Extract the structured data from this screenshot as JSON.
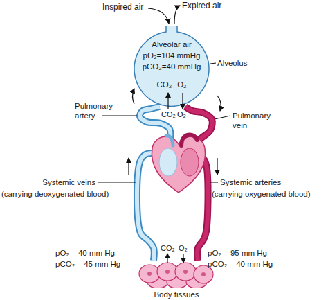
{
  "diagram": {
    "nodes": [
      {
        "text": [
          "Alveolar air",
          "pO₂=104 mmHg",
          "pCO₂=40 mmHg",
          "CO₂",
          "O₂"
        ]
      },
      {
        "text": [
          "Body tissues"
        ]
      }
    ],
    "edges": [
      {
        "from": 0,
        "to": 1,
        "arrow": "none"
      },
      {
        "from": 1,
        "to": 0,
        "arrow": "none"
      }
    ],
    "labels": [
      "Inspired air",
      "Expired air",
      "Alveolus",
      "CO₂",
      "O₂",
      "Pulmonary artery",
      "Pulmonary vein",
      "Systemic veins",
      "(carrying deoxygenated blood)",
      "Systemic arteries",
      "(carrying oxygenated blood)",
      "CO₂",
      "O₂",
      "pO₂ = 40 mm Hg",
      "pCO₂ = 45 mm Hg",
      "pO₂ = 95 mm Hg",
      "pCO₂ = 40 mm Hg"
    ]
  }
}
